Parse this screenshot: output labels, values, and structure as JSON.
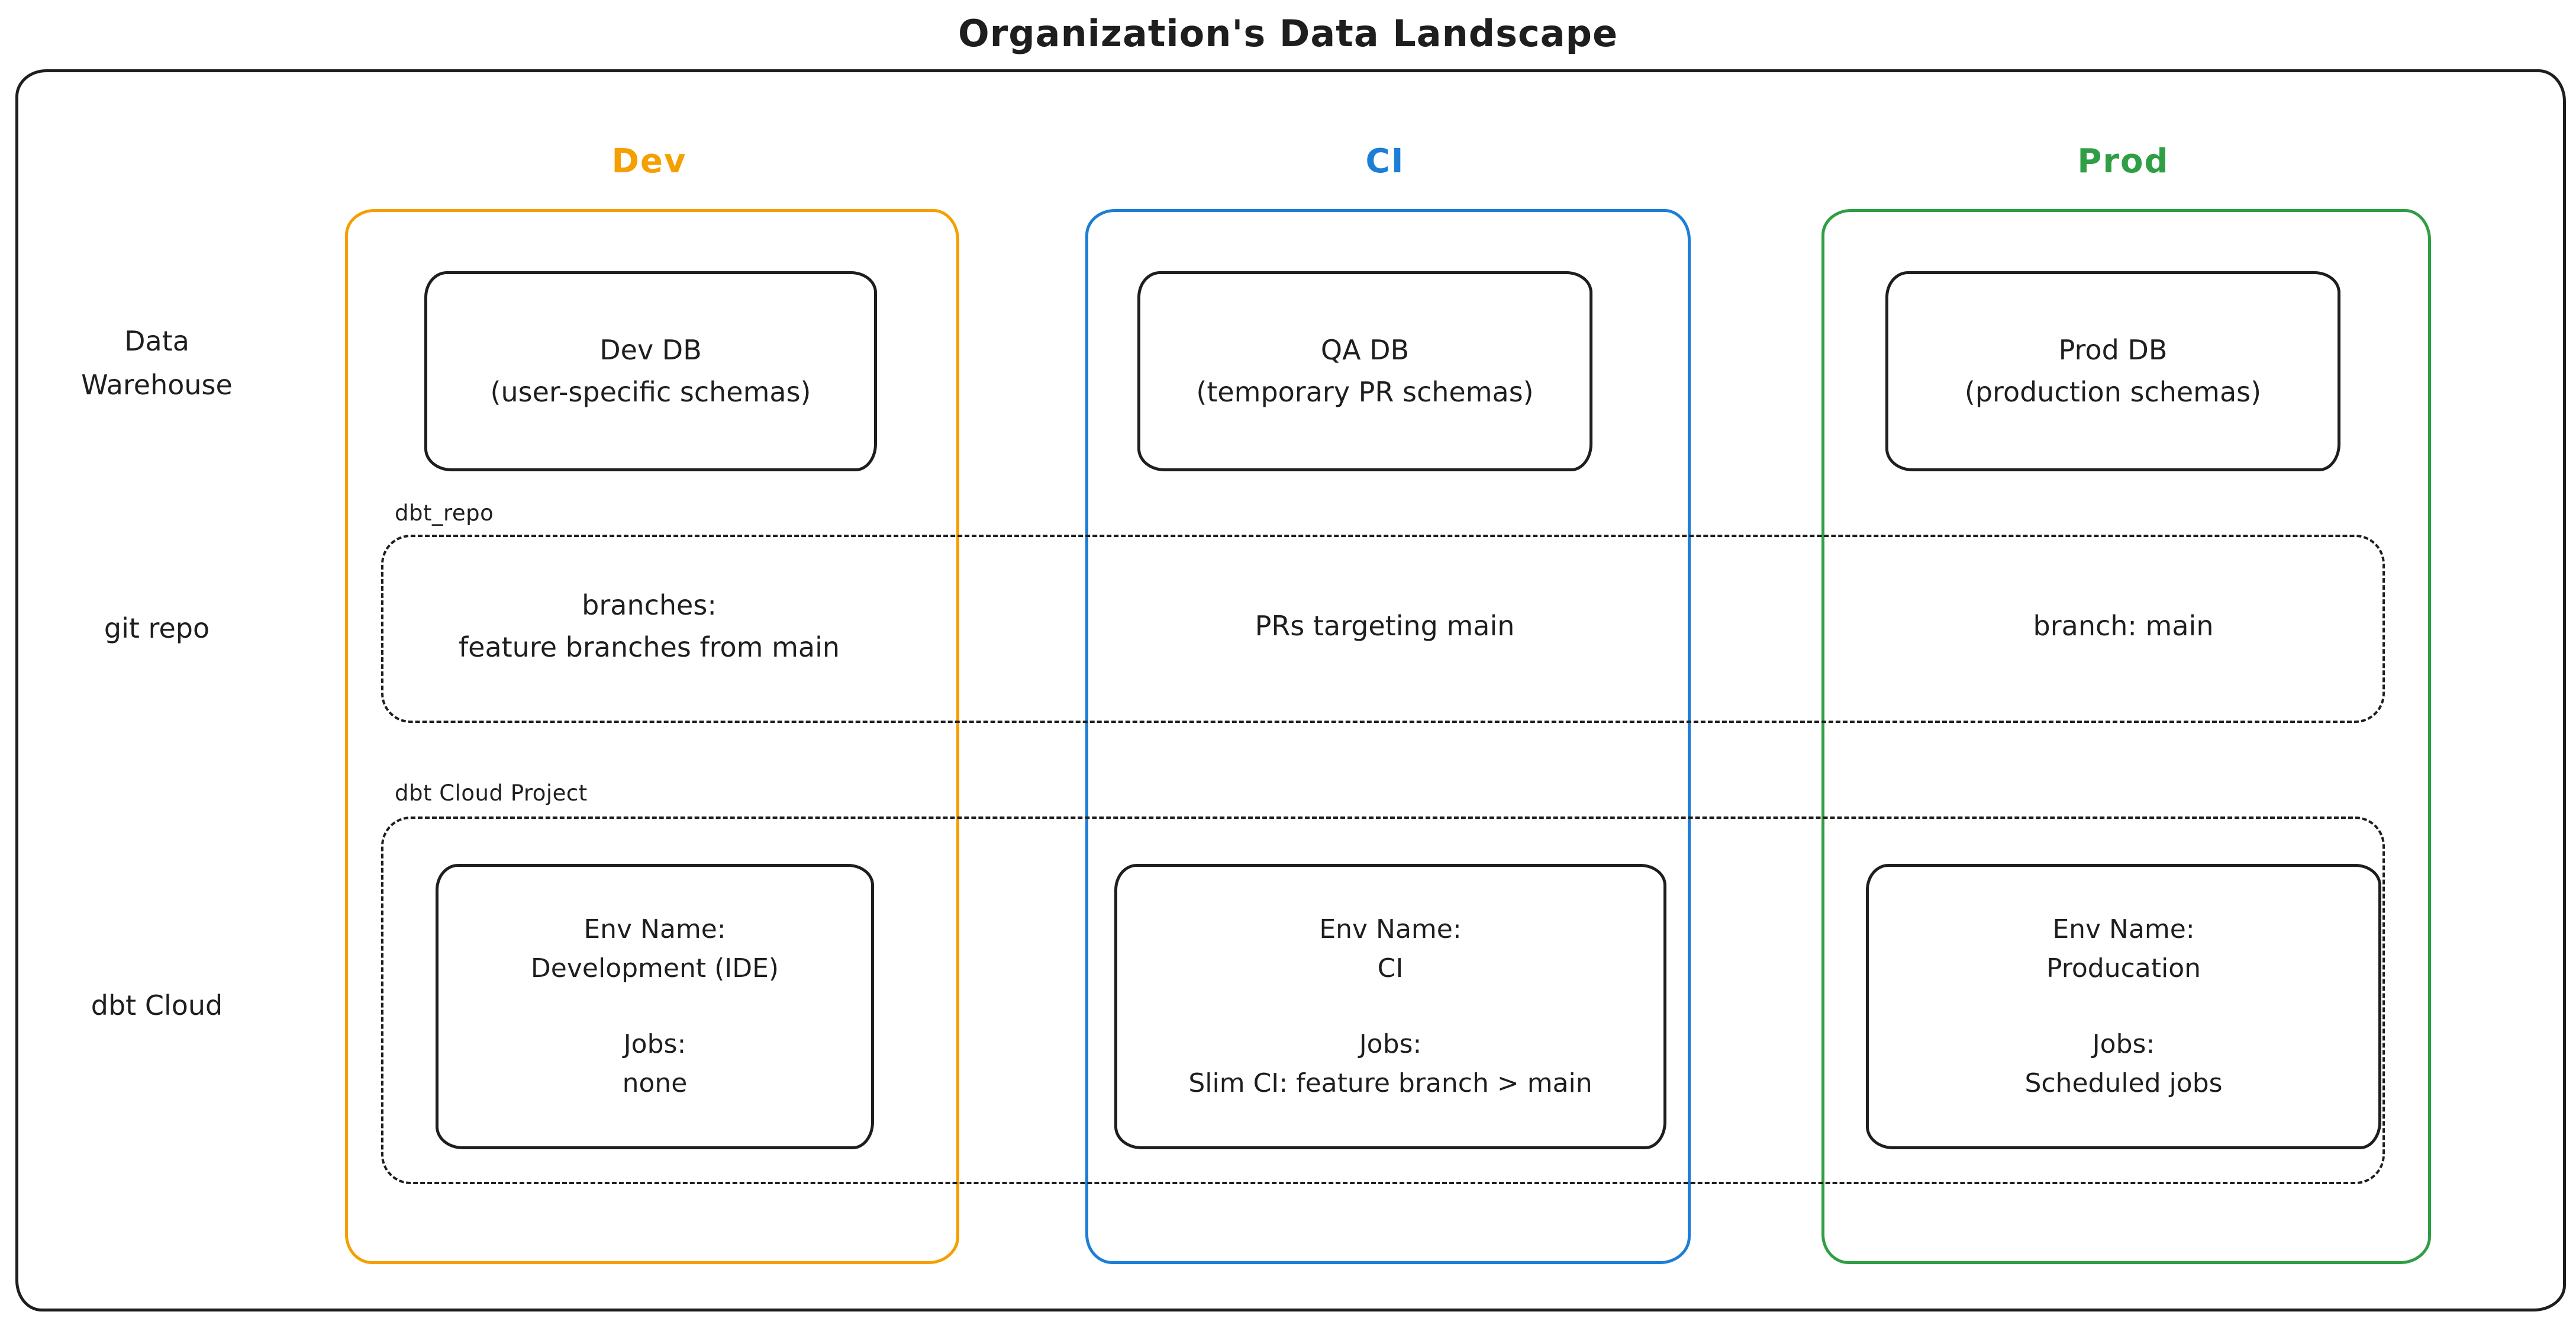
{
  "title": "Organization's Data Landscape",
  "colors": {
    "dev": "#f59f00",
    "ci": "#1c7ed6",
    "prod": "#2f9e44",
    "ink": "#1e1e1e"
  },
  "row_labels": {
    "warehouse": [
      "Data",
      "Warehouse"
    ],
    "git": "git repo",
    "dbt": "dbt Cloud"
  },
  "bands": {
    "repo_label": "dbt_repo",
    "project_label": "dbt Cloud Project"
  },
  "columns": [
    {
      "id": "dev",
      "header": "Dev",
      "db_box": [
        "Dev DB",
        "(user-specific schemas)"
      ],
      "git_lines": [
        "branches:",
        "feature branches from main"
      ],
      "env": {
        "name_label": "Env Name:",
        "name": "Development (IDE)",
        "jobs_label": "Jobs:",
        "jobs": "none"
      }
    },
    {
      "id": "ci",
      "header": "CI",
      "db_box": [
        "QA DB",
        "(temporary PR schemas)"
      ],
      "git_lines": [
        "PRs targeting main"
      ],
      "env": {
        "name_label": "Env Name:",
        "name": "CI",
        "jobs_label": "Jobs:",
        "jobs": "Slim CI: feature branch > main"
      }
    },
    {
      "id": "prod",
      "header": "Prod",
      "db_box": [
        "Prod DB",
        "(production schemas)"
      ],
      "git_lines": [
        "branch: main"
      ],
      "env": {
        "name_label": "Env Name:",
        "name": "Producation",
        "jobs_label": "Jobs:",
        "jobs": "Scheduled jobs"
      }
    }
  ]
}
